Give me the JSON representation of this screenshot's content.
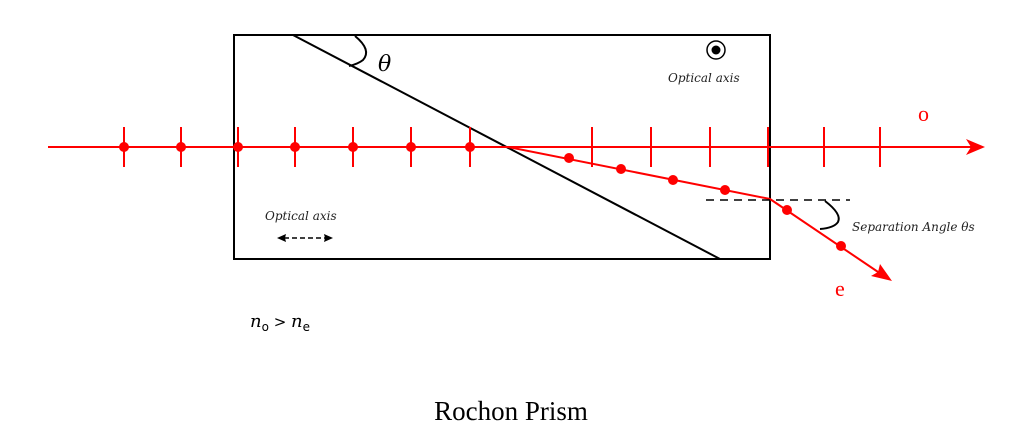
{
  "title": "Rochon Prism",
  "labels": {
    "theta": "θ",
    "optical_axis_top": "Optical axis",
    "optical_axis_bottom": "Optical axis",
    "ordinary_ray": "o",
    "extraordinary_ray": "e",
    "separation_angle": "Separation Angle θs",
    "index_n": "n",
    "index_o_sub": "o",
    "index_gt": " > ",
    "index_e_sub": "e"
  },
  "colors": {
    "ray": "#ff0000",
    "prism": "#000000",
    "background": "#ffffff"
  },
  "icons": {
    "optical_axis_out_of_page": "circle-dot-icon",
    "optical_axis_in_plane": "double-arrow-dashed-icon"
  }
}
